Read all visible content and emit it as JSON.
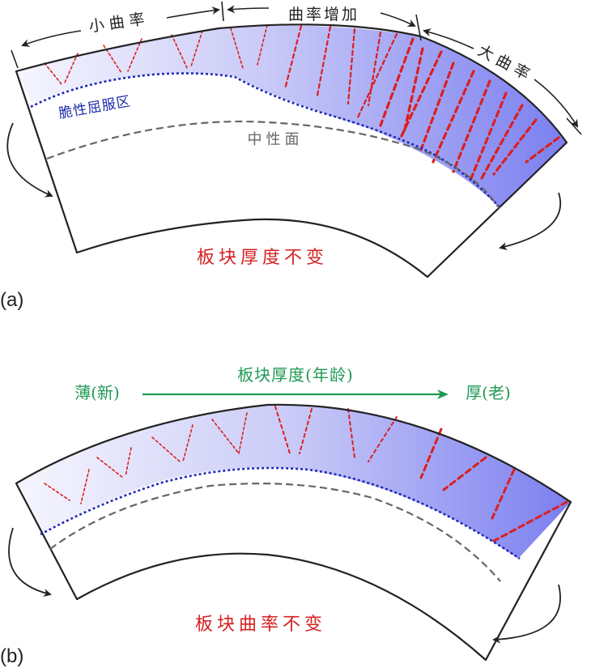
{
  "panel_a": {
    "tag": "(a)",
    "small_curvature": "小曲率",
    "curvature_increase": "曲率增加",
    "large_curvature": "大曲率",
    "brittle_zone": "脆性屈服区",
    "neutral_surface": "中性面",
    "caption": "板块厚度不变"
  },
  "panel_b": {
    "tag": "(b)",
    "thin": "薄(新)",
    "thickness_age": "板块厚度(年龄)",
    "thick": "厚(老)",
    "caption": "板块曲率不变"
  },
  "colors": {
    "outline": "#222222",
    "fault_red": "#dd1e1e",
    "brittle_blue": "#1f2ab8",
    "neutral_gray": "#666666",
    "zone_light": "#f4f4fd",
    "zone_dark": "#7a7ef0",
    "text_red": "#d42020",
    "text_green": "#1f9a55",
    "text_blue": "#1a2aa8",
    "arrow_green": "#1f9a55"
  }
}
